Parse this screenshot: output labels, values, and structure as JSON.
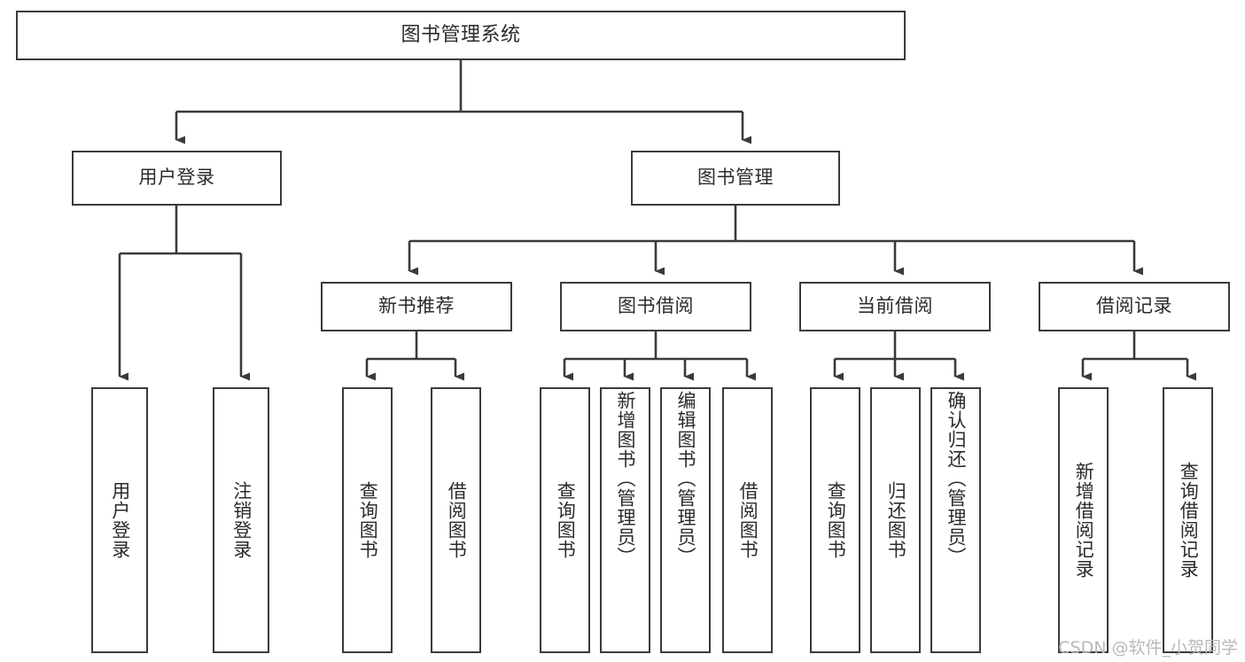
{
  "diagram": {
    "type": "tree-hierarchy-chart",
    "title": "图书管理系统",
    "line_color": "#3a3a3a",
    "text_color": "#2b2b2b",
    "background_color": "#ffffff"
  },
  "root": {
    "label": "图书管理系统"
  },
  "level2": [
    {
      "label": "用户登录"
    },
    {
      "label": "图书管理"
    }
  ],
  "level3": [
    {
      "label": "新书推荐"
    },
    {
      "label": "图书借阅"
    },
    {
      "label": "当前借阅"
    },
    {
      "label": "借阅记录"
    }
  ],
  "leaves": {
    "user_login": [
      {
        "label": "用户登录"
      },
      {
        "label": "注销登录"
      }
    ],
    "new_book_recommend": [
      {
        "label": "查询图书"
      },
      {
        "label": "借阅图书"
      }
    ],
    "book_borrow": [
      {
        "label": "查询图书"
      },
      {
        "label": "新增图书（管理员）"
      },
      {
        "label": "编辑图书（管理员）"
      },
      {
        "label": "借阅图书"
      }
    ],
    "current_borrow": [
      {
        "label": "查询图书"
      },
      {
        "label": "归还图书"
      },
      {
        "label": "确认归还（管理员）"
      }
    ],
    "borrow_record": [
      {
        "label": "新增借阅记录"
      },
      {
        "label": "查询借阅记录"
      }
    ]
  },
  "watermark": {
    "text": "CSDN @软件_小贺同学"
  }
}
